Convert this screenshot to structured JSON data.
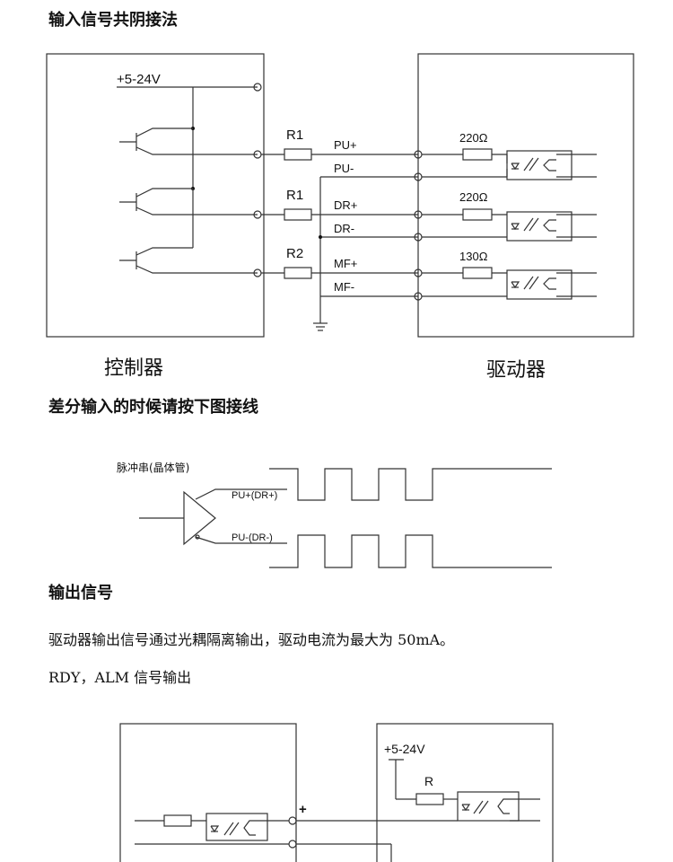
{
  "sections": {
    "common_anode_title": "输入信号共阴接法",
    "differential_title": "差分输入的时候请按下图接线",
    "output_title": "输出信号",
    "output_desc": "驱动器输出信号通过光耦隔离输出，驱动电流为最大为 50mA。",
    "output_signals": "RDY，ALM 信号输出"
  },
  "diagram1": {
    "controller_label": "控制器",
    "driver_label": "驱动器",
    "supply": "+5-24V",
    "resistors": [
      "R1",
      "R1",
      "R2"
    ],
    "signals": [
      "PU+",
      "PU-",
      "DR+",
      "DR-",
      "MF+",
      "MF-"
    ],
    "driver_resistors": [
      "220Ω",
      "220Ω",
      "130Ω"
    ]
  },
  "diagram2": {
    "source_label": "脉冲串(晶体管)",
    "pos_label": "PU+(DR+)",
    "neg_label": "PU-(DR-)"
  },
  "diagram3": {
    "supply": "+5-24V",
    "resistor": "R",
    "plus": "+"
  }
}
